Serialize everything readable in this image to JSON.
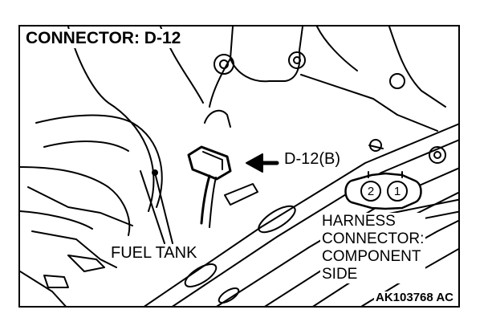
{
  "title": "CONNECTOR: D-12",
  "connector_ref": "D-12(B)",
  "harness_label": "HARNESS\nCONNECTOR:\nCOMPONENT\nSIDE",
  "pins": [
    "2",
    "1"
  ],
  "fuel_tank_label": "FUEL TANK",
  "figure_code": "AK103768 AC"
}
